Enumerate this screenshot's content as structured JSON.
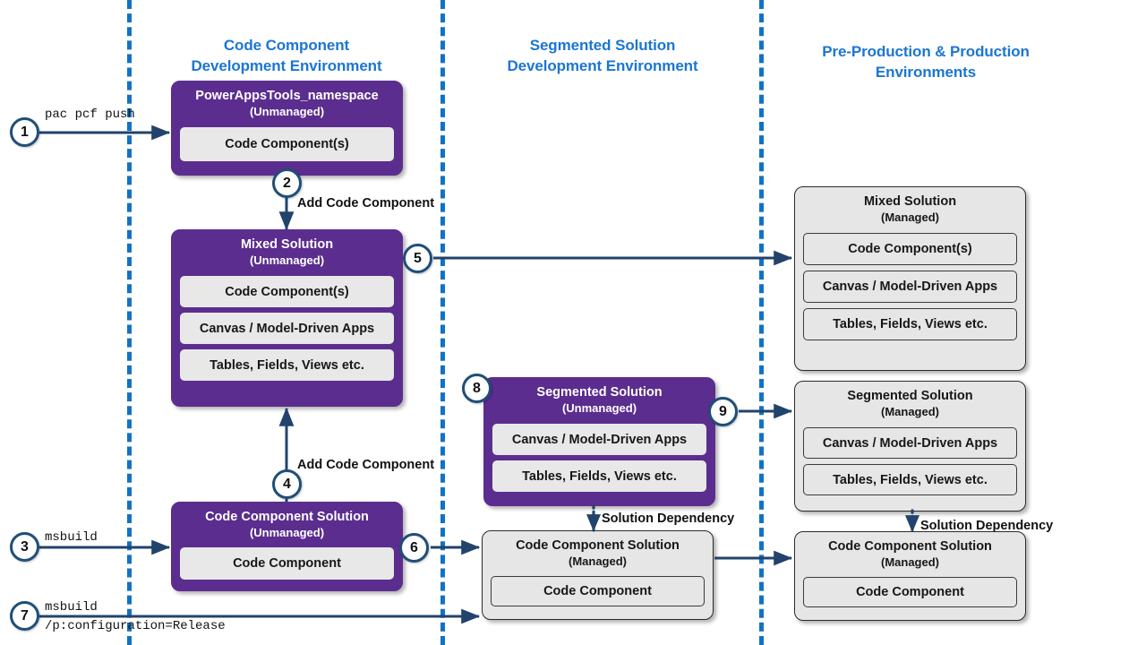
{
  "lanes": [
    {
      "title_line1": "Code Component",
      "title_line2": "Development Environment"
    },
    {
      "title_line1": "Segmented Solution",
      "title_line2": "Development Environment"
    },
    {
      "title_line1": "Pre-Production & Production",
      "title_line2": "Environments"
    }
  ],
  "boxes": {
    "powerappstools": {
      "title": "PowerAppsTools_namespace",
      "subtitle": "(Unmanaged)",
      "chips": [
        "Code Component(s)"
      ]
    },
    "mixed_unmanaged": {
      "title": "Mixed Solution",
      "subtitle": "(Unmanaged)",
      "chips": [
        "Code Component(s)",
        "Canvas / Model-Driven Apps",
        "Tables, Fields, Views etc."
      ]
    },
    "code_component_solution_unmanaged": {
      "title": "Code Component Solution",
      "subtitle": "(Unmanaged)",
      "chips": [
        "Code Component"
      ]
    },
    "segmented_unmanaged": {
      "title": "Segmented Solution",
      "subtitle": "(Unmanaged)",
      "chips": [
        "Canvas / Model-Driven Apps",
        "Tables, Fields, Views etc."
      ]
    },
    "code_component_solution_managed_mid": {
      "title": "Code Component Solution",
      "subtitle": "(Managed)",
      "chips": [
        "Code Component"
      ]
    },
    "mixed_managed": {
      "title": "Mixed Solution",
      "subtitle": "(Managed)",
      "chips": [
        "Code Component(s)",
        "Canvas / Model-Driven Apps",
        "Tables, Fields, Views etc."
      ]
    },
    "segmented_managed": {
      "title": "Segmented Solution",
      "subtitle": "(Managed)",
      "chips": [
        "Canvas / Model-Driven Apps",
        "Tables, Fields, Views etc."
      ]
    },
    "code_component_solution_managed_right": {
      "title": "Code Component Solution",
      "subtitle": "(Managed)",
      "chips": [
        "Code Component"
      ]
    }
  },
  "steps": [
    {
      "n": "1"
    },
    {
      "n": "2"
    },
    {
      "n": "3"
    },
    {
      "n": "4"
    },
    {
      "n": "5"
    },
    {
      "n": "6"
    },
    {
      "n": "7"
    },
    {
      "n": "8"
    },
    {
      "n": "9"
    }
  ],
  "commands": {
    "pac_pcf_push": "pac pcf push",
    "msbuild": "msbuild",
    "msbuild_release_line1": "msbuild",
    "msbuild_release_line2": "/p:configuration=Release"
  },
  "labels": {
    "add_code_component_top": "Add Code Component",
    "add_code_component_bottom": "Add Code Component",
    "solution_dependency_mid": "Solution Dependency",
    "solution_dependency_right": "Solution Dependency"
  },
  "colors": {
    "purple": "#5b2d8e",
    "lane_divider_blue": "#1272c4",
    "lane_title_blue": "#1b76d2",
    "step_ring": "#1f4e79",
    "arrow": "#22436b",
    "gray_fill": "#e6e6e6"
  }
}
